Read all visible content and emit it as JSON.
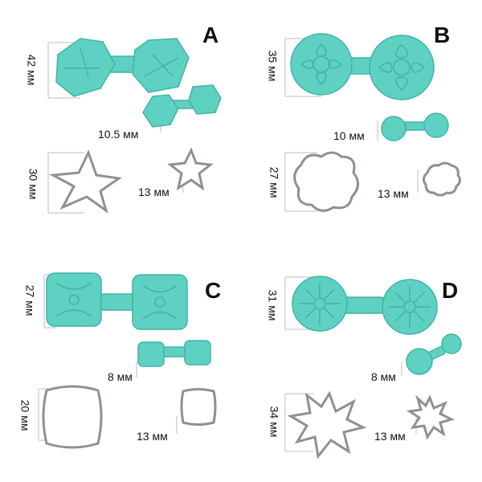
{
  "colors": {
    "mold": "#5fd1c2",
    "mold_dark": "#3fb4a6",
    "steel": "#8c9195",
    "guide": "#bdbdbd"
  },
  "panels": [
    {
      "letter": "A",
      "mold_large": "42 мм",
      "mold_small": "10.5 мм",
      "cutter_large": "30 мм",
      "cutter_small": "13 мм",
      "shape": "star-five-petal"
    },
    {
      "letter": "B",
      "mold_large": "35 мм",
      "mold_small": "10 мм",
      "cutter_large": "27 мм",
      "cutter_small": "13 мм",
      "shape": "round-flower"
    },
    {
      "letter": "C",
      "mold_large": "27 мм",
      "mold_small": "8 мм",
      "cutter_large": "20 мм",
      "cutter_small": "13 мм",
      "shape": "square-petal"
    },
    {
      "letter": "D",
      "mold_large": "31 мм",
      "mold_small": "8 мм",
      "cutter_large": "34 мм",
      "cutter_small": "13 мм",
      "shape": "daisy"
    }
  ]
}
